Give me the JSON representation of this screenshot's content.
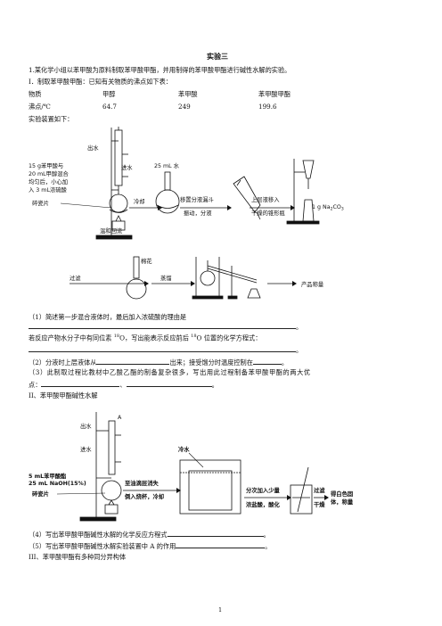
{
  "title": "实验三",
  "intro": "1.某化学小组以苯甲酸为原料制取苯甲酸甲酯，并用制得的苯甲酸甲酯进行碱性水解的实验。",
  "section1": {
    "heading": "I．制取苯甲酸甲酯：已知有关物质的沸点如下表：",
    "table": {
      "headers": [
        "物质",
        "甲醇",
        "苯甲酸",
        "苯甲酸甲酯"
      ],
      "row_label": "沸点/℃",
      "values": [
        "64.7",
        "249",
        "199.6"
      ]
    },
    "apparatus_label": "实验装置如下："
  },
  "diagram1": {
    "left_label_lines": [
      "15 g苯甲酸与",
      "20 mL甲醇混合",
      "均匀后，小心加",
      "入 3 mL浓硫酸"
    ],
    "water_out": "出水",
    "water_in": "进水",
    "chips": "碎瓷片",
    "reflux": "温和回流",
    "water_25": "25 mL 水",
    "step_cool": "冷却",
    "step_funnel_1": "移置分液漏斗",
    "step_funnel_2": "振动，分液",
    "step_upper_1": "上层液移入",
    "step_upper_2": "干燥的锥形瓶",
    "na2co3": "1 g Na",
    "na2co3_sub": "2",
    "na2co3_tail": "CO",
    "na2co3_sub2": "3",
    "cotton": "棉花",
    "step_filter": "过滤",
    "step_distill": "蒸馏",
    "product": "产品称量"
  },
  "questions1": {
    "q1": "（1）简述第一步混合液体时，最后加入浓硫酸的理由是",
    "q1_end": "。",
    "q1b_pre": "若反应产物水分子中有同位素 ",
    "q1b_sup": "18",
    "q1b_mid": "O，写出能表示反应前后 ",
    "q1b_sup2": "18",
    "q1b_tail": "O 位置的化学方程式：",
    "q1b_end": "。",
    "q2_pre": "（2）分液时上层液体从",
    "q2_mid": "出来；接受馏分时温度控制在",
    "q2_end": "。",
    "q3_a": "（3）此制取过程比教材中乙酸乙酯的制备复杂很多，写出用此过程制备苯甲酸甲酯的两大优",
    "q3_b": "点：",
    "q3_sep": "、",
    "q3_end": "。"
  },
  "section2": {
    "heading": "II、苯甲酸甲酯碱性水解"
  },
  "diagram2": {
    "water_out": "出水",
    "A": "A",
    "water_in": "进水",
    "reagent_1": "5 mL苯甲酸酯",
    "reagent_2": "25 mL NaOH(15%)",
    "chips": "碎瓷片",
    "cold_water": "冷水",
    "step1_top": "至油滴层消失",
    "step1_bot": "倒入烧杯，冷却",
    "step2_top": "分次加入少量",
    "step2_bot": "浓盐酸，酸化",
    "step3_top": "过滤",
    "step3_bot": "干燥",
    "result_1": "得白色固",
    "result_2": "体，称量"
  },
  "questions2": {
    "q4": "（4）写出苯甲酸甲酯碱性水解的化学反应方程式",
    "q4_end": "。",
    "q5": "（5）写出苯甲酸甲酯碱性水解实验装置中 A 的作用",
    "q5_end": "。"
  },
  "section3": {
    "heading": "III、苯甲酸甲酯有多种同分异构体"
  },
  "page_number": "1"
}
